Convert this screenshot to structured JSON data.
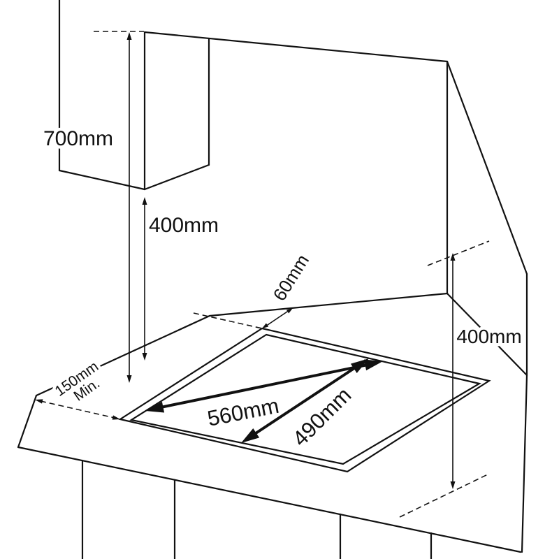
{
  "diagram": {
    "background_color": "#ffffff",
    "line_color": "#111111",
    "dimensions": {
      "hood_clearance": "700mm",
      "left_cabinet_clearance": "400mm",
      "right_cabinet_clearance": "400mm",
      "rear_gap": "60mm",
      "side_clearance_line1": "150mm",
      "side_clearance_line2": "Min.",
      "cutout_width": "560mm",
      "cutout_depth": "490mm"
    }
  }
}
